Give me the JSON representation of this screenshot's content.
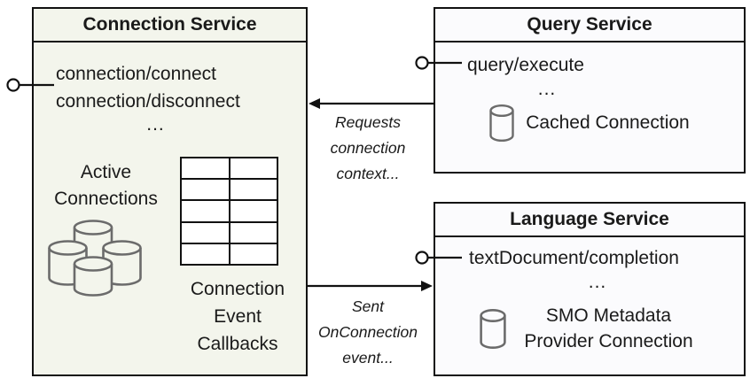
{
  "colors": {
    "border": "#111111",
    "connection_box_fill": "#f3f5ec",
    "service_box_fill": "#fbfbfd",
    "icon_stroke": "#6b6b6b"
  },
  "connection_service": {
    "title": "Connection Service",
    "method_1": "connection/connect",
    "method_2": "connection/disconnect",
    "ellipsis": "...",
    "active_connections_label": "Active Connections",
    "active_connections_icon": "database-cylinder-cluster-icon",
    "callbacks_table_icon": "table-grid-icon",
    "callbacks_label": "Connection Event Callbacks"
  },
  "query_service": {
    "title": "Query Service",
    "method_1": "query/execute",
    "ellipsis": "...",
    "database_icon": "database-cylinder-icon",
    "cached_connection_label": "Cached Connection"
  },
  "language_service": {
    "title": "Language Service",
    "method_1": "textDocument/completion",
    "ellipsis": "...",
    "database_icon": "database-cylinder-icon",
    "metadata_label": "SMO Metadata Provider Connection"
  },
  "arrows": {
    "requests_label": "Requests connection context...",
    "sent_label": "Sent OnConnection event...",
    "interface_icon": "lollipop-interface-icon"
  }
}
